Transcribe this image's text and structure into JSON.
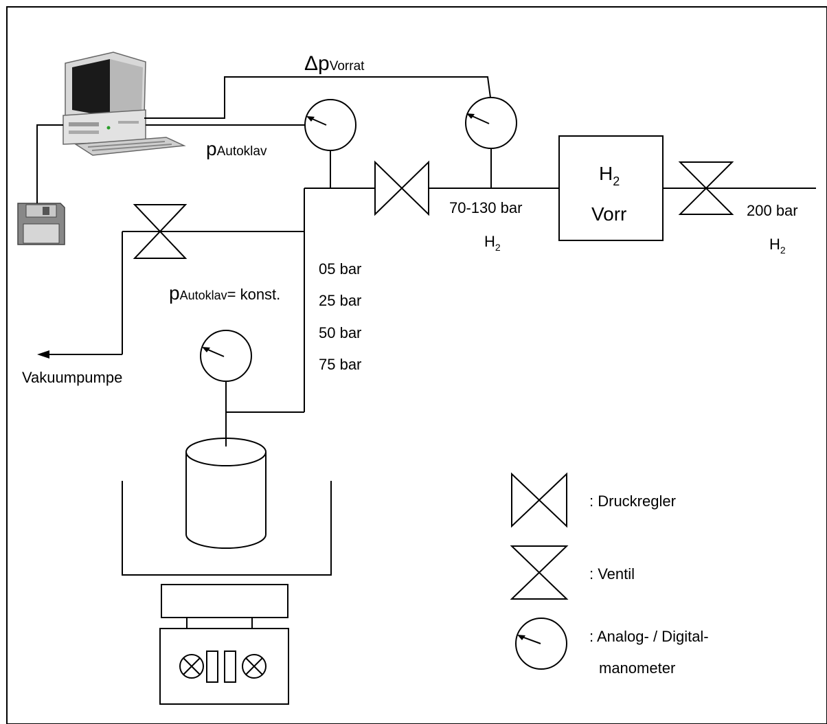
{
  "labels": {
    "dp_symbol": "Δp",
    "dp_sub": "Vorrat",
    "p_symbol": "p",
    "p_autoklav_sub": "Autoklav",
    "p_const_symbol": "p",
    "p_const_sub": "Autoklav",
    "p_const_suffix": "= konst.",
    "h2_main": "H",
    "h2_main_sub": "2",
    "vorr": "Vorr",
    "mid_pressure": "70-130 bar",
    "mid_gas": "H",
    "mid_gas_sub": "2",
    "supply_pressure": "200 bar",
    "supply_gas": "H",
    "supply_gas_sub": "2",
    "vakuumpumpe": "Vakuumpumpe",
    "pressures": [
      "05 bar",
      "25 bar",
      "50 bar",
      "75 bar"
    ]
  },
  "legend": {
    "druckregler": ": Druckregler",
    "ventil": ": Ventil",
    "manometer_line1": ": Analog- / Digital-",
    "manometer_line2": "manometer"
  },
  "icons": {
    "computer": "desktop-computer-icon",
    "floppy": "floppy-disk-icon",
    "gauge": "pressure-gauge-icon",
    "valve": "valve-icon",
    "regulator": "pressure-regulator-icon"
  }
}
